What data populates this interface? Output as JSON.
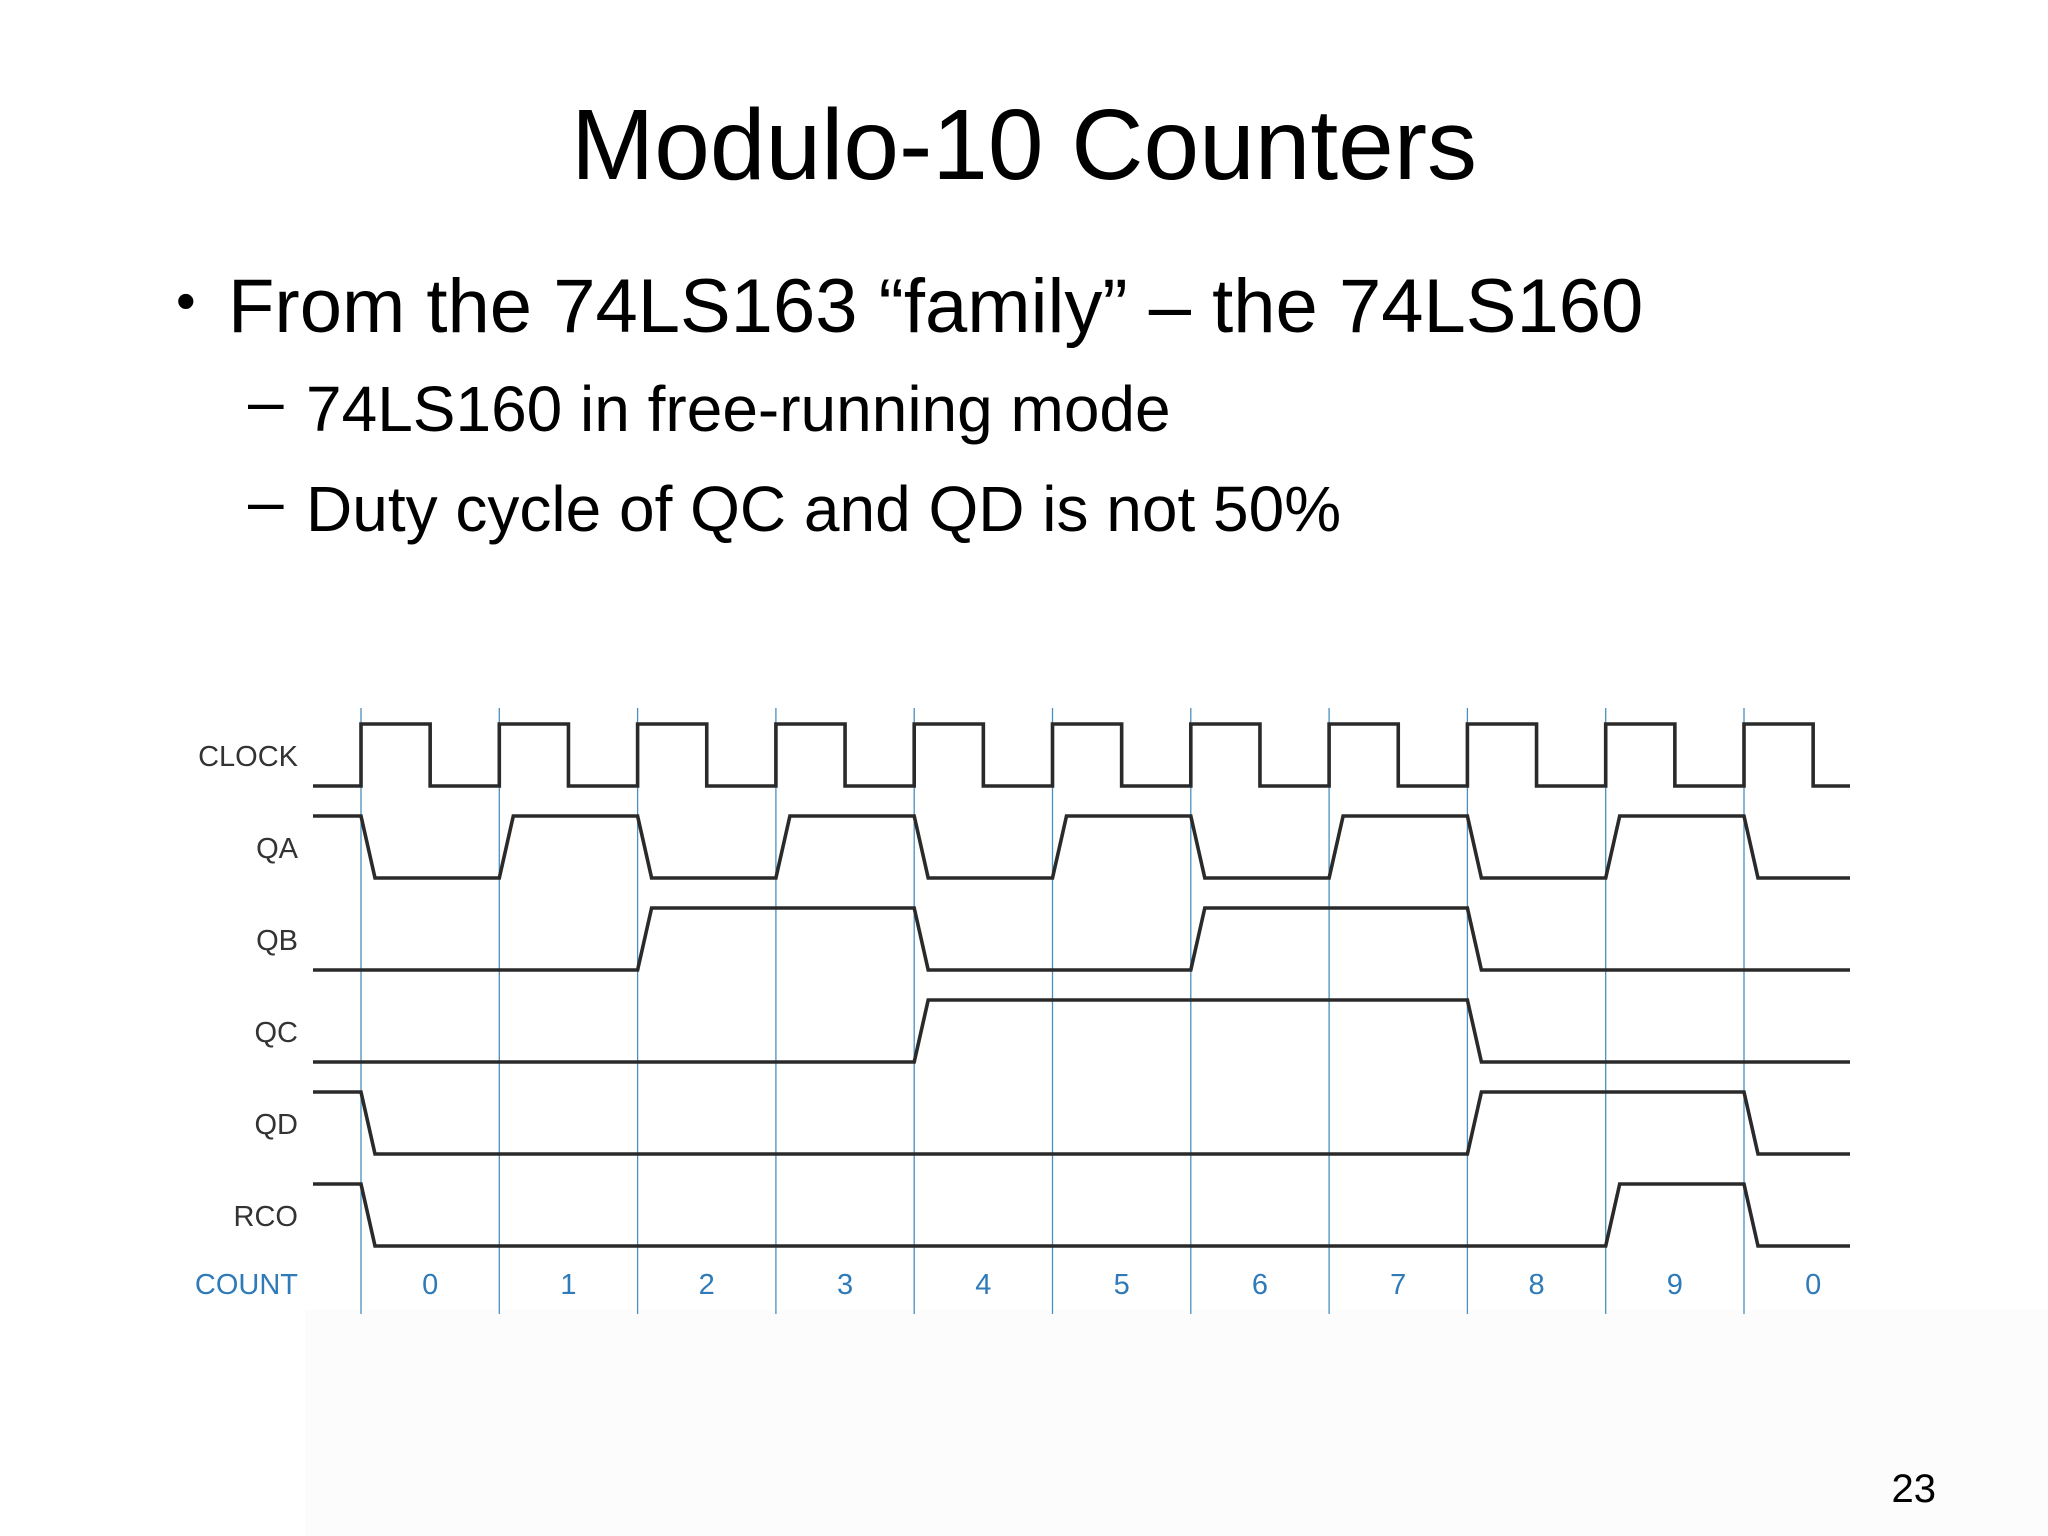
{
  "slide": {
    "title": "Modulo-10 Counters",
    "bullet": "From the 74LS163 “family” – the 74LS160",
    "subbullets": [
      "74LS160 in free-running mode",
      "Duty cycle of QC and QD is not 50%"
    ],
    "page_number": "23"
  },
  "chart_data": {
    "type": "timing-diagram",
    "signals": [
      {
        "name": "CLOCK",
        "states": [
          1,
          0,
          1,
          0,
          1,
          0,
          1,
          0,
          1,
          0,
          1,
          0,
          1,
          0,
          1,
          0,
          1,
          0,
          1,
          0,
          1,
          0
        ],
        "initial": 0
      },
      {
        "name": "QA",
        "states": [
          0,
          1,
          0,
          1,
          0,
          1,
          0,
          1,
          0,
          1,
          0
        ],
        "initial": 1
      },
      {
        "name": "QB",
        "states": [
          0,
          0,
          1,
          1,
          0,
          0,
          1,
          1,
          0,
          0,
          0
        ],
        "initial": 0
      },
      {
        "name": "QC",
        "states": [
          0,
          0,
          0,
          0,
          1,
          1,
          1,
          1,
          0,
          0,
          0
        ],
        "initial": 0
      },
      {
        "name": "QD",
        "states": [
          0,
          0,
          0,
          0,
          0,
          0,
          0,
          0,
          1,
          1,
          0
        ],
        "initial": 1
      },
      {
        "name": "RCO",
        "states": [
          0,
          0,
          0,
          0,
          0,
          0,
          0,
          0,
          0,
          1,
          0
        ],
        "initial": 1
      }
    ],
    "count_label": "COUNT",
    "counts": [
      "0",
      "1",
      "2",
      "3",
      "4",
      "5",
      "6",
      "7",
      "8",
      "9",
      "0"
    ],
    "colors": {
      "signal": "#2a2a2a",
      "grid": "#4a8fc0",
      "count": "#2f7ab8",
      "label": "#333333"
    }
  }
}
